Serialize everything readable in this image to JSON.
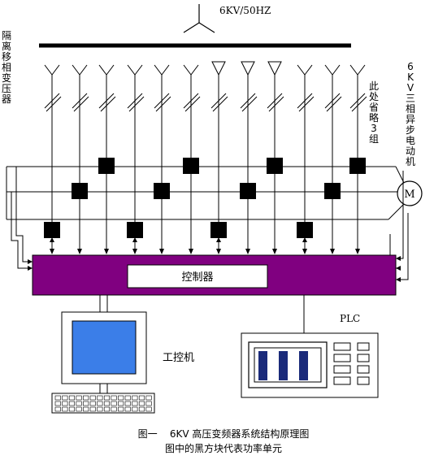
{
  "supply_label": "6KV/50HZ",
  "transformer_label": "隔离移相变压器",
  "motor_label": "6KV三相异步电动机",
  "motor_symbol": "M",
  "omitted_note": "此处省略3组",
  "controller_label": "控制器",
  "ipc_label": "工控机",
  "plc_label": "PLC",
  "caption_line1": "图一    6KV 高压变频器系统结构原理图",
  "caption_line2": "图中的黑方块代表功率单元",
  "colors": {
    "controller_fill": "#800080",
    "screen_fill": "#3b7ee8",
    "plc_screen_bar": "#1a2a7a",
    "line": "#000000",
    "background": "#ffffff"
  }
}
